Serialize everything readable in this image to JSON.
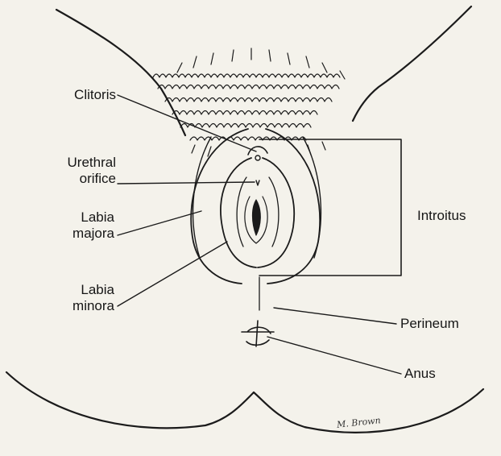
{
  "labels": {
    "clitoris": "Clitoris",
    "urethral_line1": "Urethral",
    "urethral_line2": "orifice",
    "labia_majora_line1": "Labia",
    "labia_majora_line2": "majora",
    "labia_minora_line1": "Labia",
    "labia_minora_line2": "minora",
    "introitus": "Introitus",
    "perineum": "Perineum",
    "anus": "Anus"
  },
  "signature": "M. Brown",
  "colors": {
    "ink": "#161616",
    "paper": "#f4f2eb"
  }
}
